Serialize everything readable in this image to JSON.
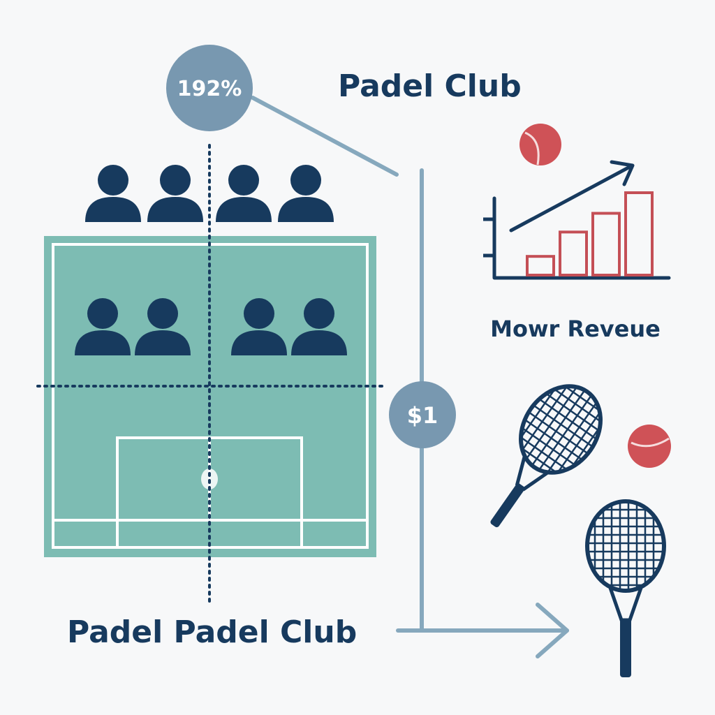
{
  "title": "Padel Club",
  "footer_label": "Padel Padel Club",
  "chart_caption": "Mowr Reveue",
  "badges": {
    "percent": "192%",
    "price": "$1"
  },
  "icons": {
    "audience": "person-icon",
    "chart": "bar-chart-icon",
    "trend": "trend-arrow-icon",
    "ball": "padel-ball-icon",
    "racket": "padel-racket-icon"
  },
  "chart_data": {
    "type": "bar",
    "values": [
      1,
      2.3,
      3.3,
      4.4
    ],
    "trend": "up"
  },
  "colors": {
    "navy": "#173a5e",
    "court": "#7dbcb3",
    "court_border": "#6aa9a0",
    "badge": "#7898b0",
    "connector": "#86a8bd",
    "bar": "#c44f56",
    "ball": "#cf5257",
    "background": "#f7f8f9"
  }
}
